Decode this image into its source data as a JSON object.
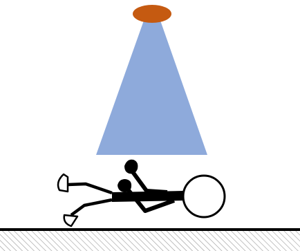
{
  "diagram": {
    "colors": {
      "lamp": "#c55a11",
      "beam": "#8eaadb",
      "figure": "#000000",
      "ground_line": "#000000",
      "hatch": "#9a9a9a",
      "background": "#ffffff"
    },
    "icons": {
      "lamp": "ceiling-lamp-icon",
      "beam": "light-beam",
      "figure": "lying-stick-figure",
      "ground": "hatched-ground"
    }
  }
}
